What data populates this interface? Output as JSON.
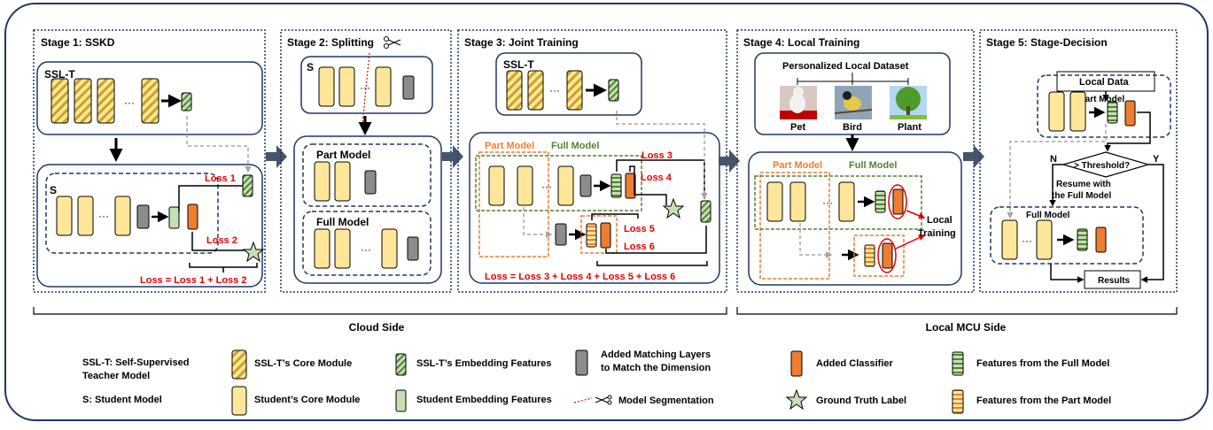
{
  "stages": {
    "s1": {
      "title": "Stage 1: SSKD",
      "teacher": "SSL-T",
      "student": "S",
      "loss1": "Loss 1",
      "loss2": "Loss 2",
      "loss_eq": "Loss = Loss 1 + Loss 2",
      "ellipsis": "···"
    },
    "s2": {
      "title": "Stage 2: Splitting",
      "student": "S",
      "part": "Part Model",
      "full": "Full Model",
      "ellipsis": "···"
    },
    "s3": {
      "title": "Stage 3: Joint Training",
      "teacher": "SSL-T",
      "part": "Part Model",
      "full": "Full Model",
      "loss3": "Loss 3",
      "loss4": "Loss 4",
      "loss5": "Loss 5",
      "loss6": "Loss 6",
      "loss_eq": "Loss = Loss 3 + Loss 4 + Loss 5 + Loss 6",
      "ellipsis": "···"
    },
    "s4": {
      "title": "Stage 4: Local Training",
      "dataset": "Personalized Local Dataset",
      "pet": "Pet",
      "bird": "Bird",
      "plant": "Plant",
      "part": "Part Model",
      "full": "Full Model",
      "local_training_1": "Local",
      "local_training_2": "Training",
      "ellipsis": "···"
    },
    "s5": {
      "title": "Stage 5: Stage-Decision",
      "local_data": "Local Data",
      "part": "Part Model",
      "threshold": "> Threshold?",
      "n": "N",
      "y": "Y",
      "resume_1": "Resume with",
      "resume_2": "the Full Model",
      "full": "Full Model",
      "results": "Results",
      "ellipsis": "···"
    }
  },
  "sides": {
    "cloud": "Cloud Side",
    "local": "Local MCU Side"
  },
  "legend": {
    "ssl_t_def_1": "SSL-T: Self-Supervised",
    "ssl_t_def_2": "Teacher Model",
    "s_def": "S: Student Model",
    "teacher_core": "SSL-T’s Core Module",
    "student_core": "Student’s Core Module",
    "teacher_emb": "SSL-T’s Embedding Features",
    "student_emb": "Student Embedding Features",
    "matching_1": "Added Matching Layers",
    "matching_2": "to Match the Dimension",
    "segmentation": "Model Segmentation",
    "classifier": "Added Classifier",
    "ground_truth": "Ground Truth Label",
    "full_features": "Features from the Full Model",
    "part_features": "Features from the Part Model"
  },
  "colors": {
    "core_fill": "#ffe699",
    "hatch": "#c9a227",
    "teacher_emb": "#a9d18e",
    "student_emb": "#c5e0b4",
    "matching": "#8c8c8c",
    "classifier": "#ed7d31",
    "navy": "#1f3864",
    "arrow_fill": "#44546a",
    "part_color": "#ed7d31",
    "full_color": "#548235",
    "loss_red": "#e60000"
  }
}
